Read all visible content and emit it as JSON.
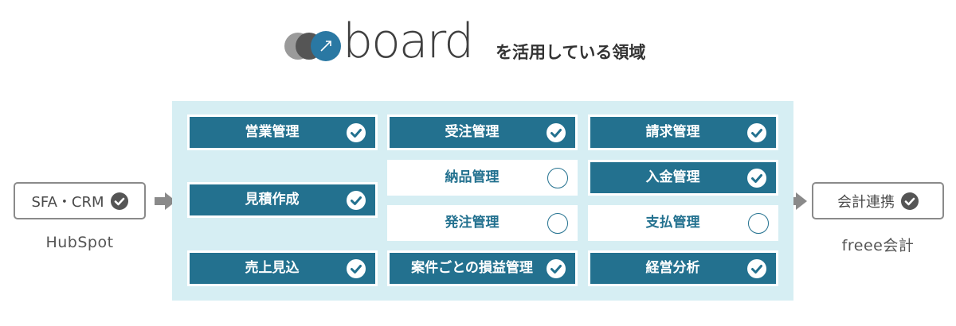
{
  "header": {
    "brand": "board",
    "tagline": "を活用している領域"
  },
  "colors": {
    "accent": "#23718f",
    "panel_bg": "#d6eef3",
    "gray": "#8a8a8a"
  },
  "left_system": {
    "label": "SFA・CRM",
    "caption": "HubSpot",
    "icon": "check-circle-icon"
  },
  "right_system": {
    "label": "会計連携",
    "caption": "freee会計",
    "icon": "check-circle-icon"
  },
  "modules": {
    "col1": [
      {
        "label": "営業管理",
        "used": true
      },
      {
        "label": "見積作成",
        "used": true
      },
      {
        "label": "売上見込",
        "used": true
      }
    ],
    "col2": [
      {
        "label": "受注管理",
        "used": true
      },
      {
        "label": "納品管理",
        "used": false
      },
      {
        "label": "発注管理",
        "used": false
      },
      {
        "label": "案件ごとの損益管理",
        "used": true
      }
    ],
    "col3": [
      {
        "label": "請求管理",
        "used": true
      },
      {
        "label": "入金管理",
        "used": true
      },
      {
        "label": "支払管理",
        "used": false
      },
      {
        "label": "経営分析",
        "used": true
      }
    ]
  }
}
